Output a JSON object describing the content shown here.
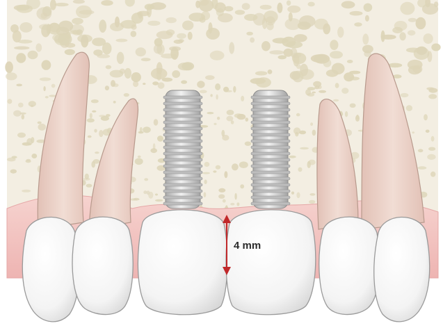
{
  "annotation": {
    "measurement_label": "4 mm"
  },
  "colors": {
    "bone_background": "#f3eee2",
    "bone_trabeculae": "#ddd5b8",
    "gingiva": "#f2c3c0",
    "gingiva_edge": "#e5a8a7",
    "root": "#ecd3c9",
    "crown": "#fafafa",
    "crown_outline": "#9a9a9a",
    "implant": "#cfcfcf",
    "arrow": "#c0282a"
  },
  "icons": [
    "bone-texture",
    "natural-tooth",
    "dental-implant",
    "double-arrow"
  ]
}
